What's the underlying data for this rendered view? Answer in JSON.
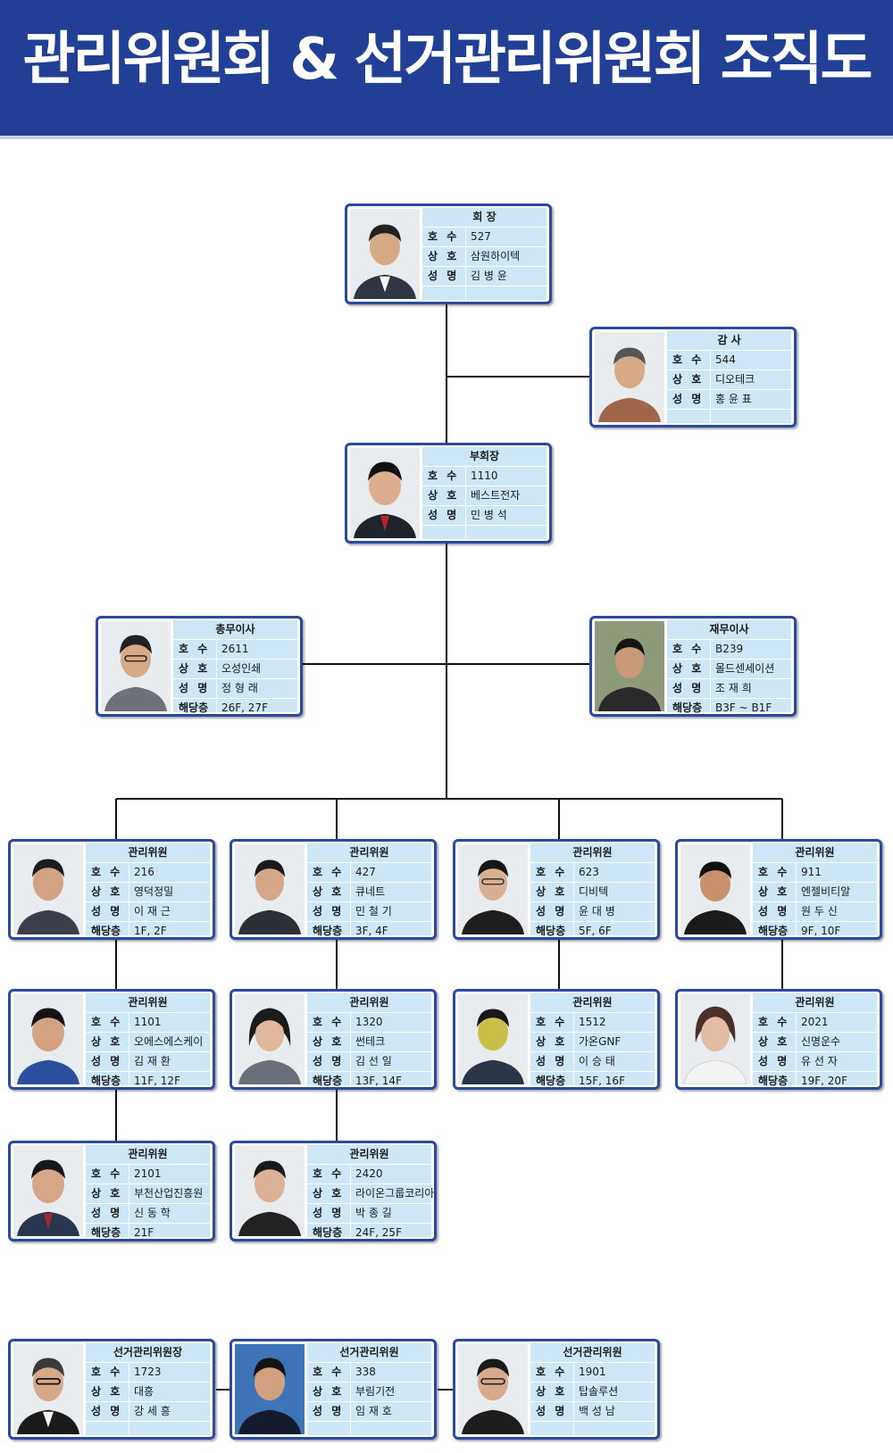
{
  "title": "관리위원회 & 선거관리위원회 조직도",
  "labels": {
    "unit": "호  수",
    "company": "상  호",
    "name": "성  명",
    "floor": "해당층"
  },
  "colors": {
    "header_bg": "#213f94",
    "card_border": "#2a4aa1",
    "card_fill": "#cde7f7"
  },
  "members": [
    {
      "role": "회 장",
      "unit": "527",
      "company": "삼원하이텍",
      "name": "김 병 윤"
    },
    {
      "role": "감 사",
      "unit": "544",
      "company": "디오테크",
      "name": "홍 윤 표"
    },
    {
      "role": "부회장",
      "unit": "1110",
      "company": "베스트전자",
      "name": "민 병 석"
    },
    {
      "role": "총무이사",
      "unit": "2611",
      "company": "오성인쇄",
      "name": "정 형 래",
      "floor": "26F, 27F"
    },
    {
      "role": "재무이사",
      "unit": "B239",
      "company": "몰드센세이션",
      "name": "조 재 희",
      "floor": "B3F ~ B1F"
    },
    {
      "role": "관리위원",
      "unit": "216",
      "company": "영덕정밀",
      "name": "이 재 근",
      "floor": "1F, 2F"
    },
    {
      "role": "관리위원",
      "unit": "427",
      "company": "큐네트",
      "name": "민 철 기",
      "floor": "3F, 4F"
    },
    {
      "role": "관리위원",
      "unit": "623",
      "company": "디비텍",
      "name": "윤 대 병",
      "floor": "5F, 6F"
    },
    {
      "role": "관리위원",
      "unit": "911",
      "company": "엔젤비티알",
      "name": "원 두 신",
      "floor": "9F, 10F"
    },
    {
      "role": "관리위원",
      "unit": "1101",
      "company": "오에스에스케이",
      "name": "김 재 환",
      "floor": "11F, 12F"
    },
    {
      "role": "관리위원",
      "unit": "1320",
      "company": "썬테크",
      "name": "김 선 일",
      "floor": "13F, 14F"
    },
    {
      "role": "관리위원",
      "unit": "1512",
      "company": "가온GNF",
      "name": "이 승 태",
      "floor": "15F, 16F"
    },
    {
      "role": "관리위원",
      "unit": "2021",
      "company": "신명운수",
      "name": "유 선 자",
      "floor": "19F, 20F"
    },
    {
      "role": "관리위원",
      "unit": "2101",
      "company": "부천산업진흥원",
      "name": "신 동 학",
      "floor": "21F"
    },
    {
      "role": "관리위원",
      "unit": "2420",
      "company": "라이온그룹코리아",
      "name": "박 종 길",
      "floor": "24F, 25F"
    },
    {
      "role": "선거관리위원장",
      "unit": "1723",
      "company": "대흥",
      "name": "강 세 흥"
    },
    {
      "role": "선거관리위원",
      "unit": "338",
      "company": "부림기전",
      "name": "임 재 호"
    },
    {
      "role": "선거관리위원",
      "unit": "1901",
      "company": "탑솔루션",
      "name": "백 성 남"
    }
  ]
}
